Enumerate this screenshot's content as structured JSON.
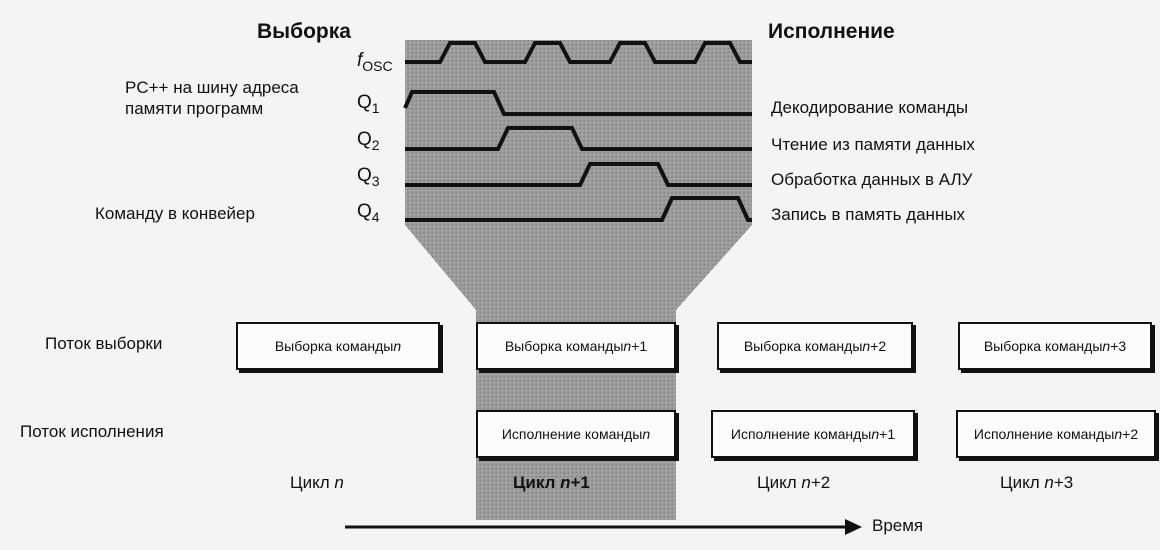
{
  "headings": {
    "fetch": "Выборка",
    "execute": "Исполнение"
  },
  "signals": [
    {
      "name": "f",
      "sub": "OSC"
    },
    {
      "name": "Q",
      "sub": "1"
    },
    {
      "name": "Q",
      "sub": "2"
    },
    {
      "name": "Q",
      "sub": "3"
    },
    {
      "name": "Q",
      "sub": "4"
    }
  ],
  "left_notes": {
    "pc_line1": "PC++ на шину адреса",
    "pc_line2": "памяти программ",
    "pipeline": "Команду в конвейер"
  },
  "right_notes": [
    "Декодирование команды",
    "Чтение из памяти данных",
    "Обработка данных в АЛУ",
    "Запись в память данных"
  ],
  "streams": {
    "fetch_label": "Поток выборки",
    "exec_label": "Поток исполнения"
  },
  "fetch_boxes": [
    {
      "prefix": "Выборка команды ",
      "var": "n",
      "suffix": ""
    },
    {
      "prefix": "Выборка команды ",
      "var": "n",
      "suffix": "+1"
    },
    {
      "prefix": "Выборка команды ",
      "var": "n",
      "suffix": "+2"
    },
    {
      "prefix": "Выборка команды ",
      "var": "n",
      "suffix": "+3"
    }
  ],
  "exec_boxes": [
    {
      "prefix": "Исполнение команды ",
      "var": "n",
      "suffix": ""
    },
    {
      "prefix": "Исполнение команды ",
      "var": "n",
      "suffix": "+1"
    },
    {
      "prefix": "Исполнение команды ",
      "var": "n",
      "suffix": "+2"
    }
  ],
  "cycles": [
    {
      "prefix": "Цикл ",
      "var": "n",
      "suffix": ""
    },
    {
      "prefix": "Цикл ",
      "var": "n",
      "suffix": "+1"
    },
    {
      "prefix": "Цикл ",
      "var": "n",
      "suffix": "+2"
    },
    {
      "prefix": "Цикл ",
      "var": "n",
      "suffix": "+3"
    }
  ],
  "time_label": "Время",
  "colors": {
    "background": "#f4f4f2",
    "shaded": "#9a9a9a",
    "line": "#111111"
  }
}
